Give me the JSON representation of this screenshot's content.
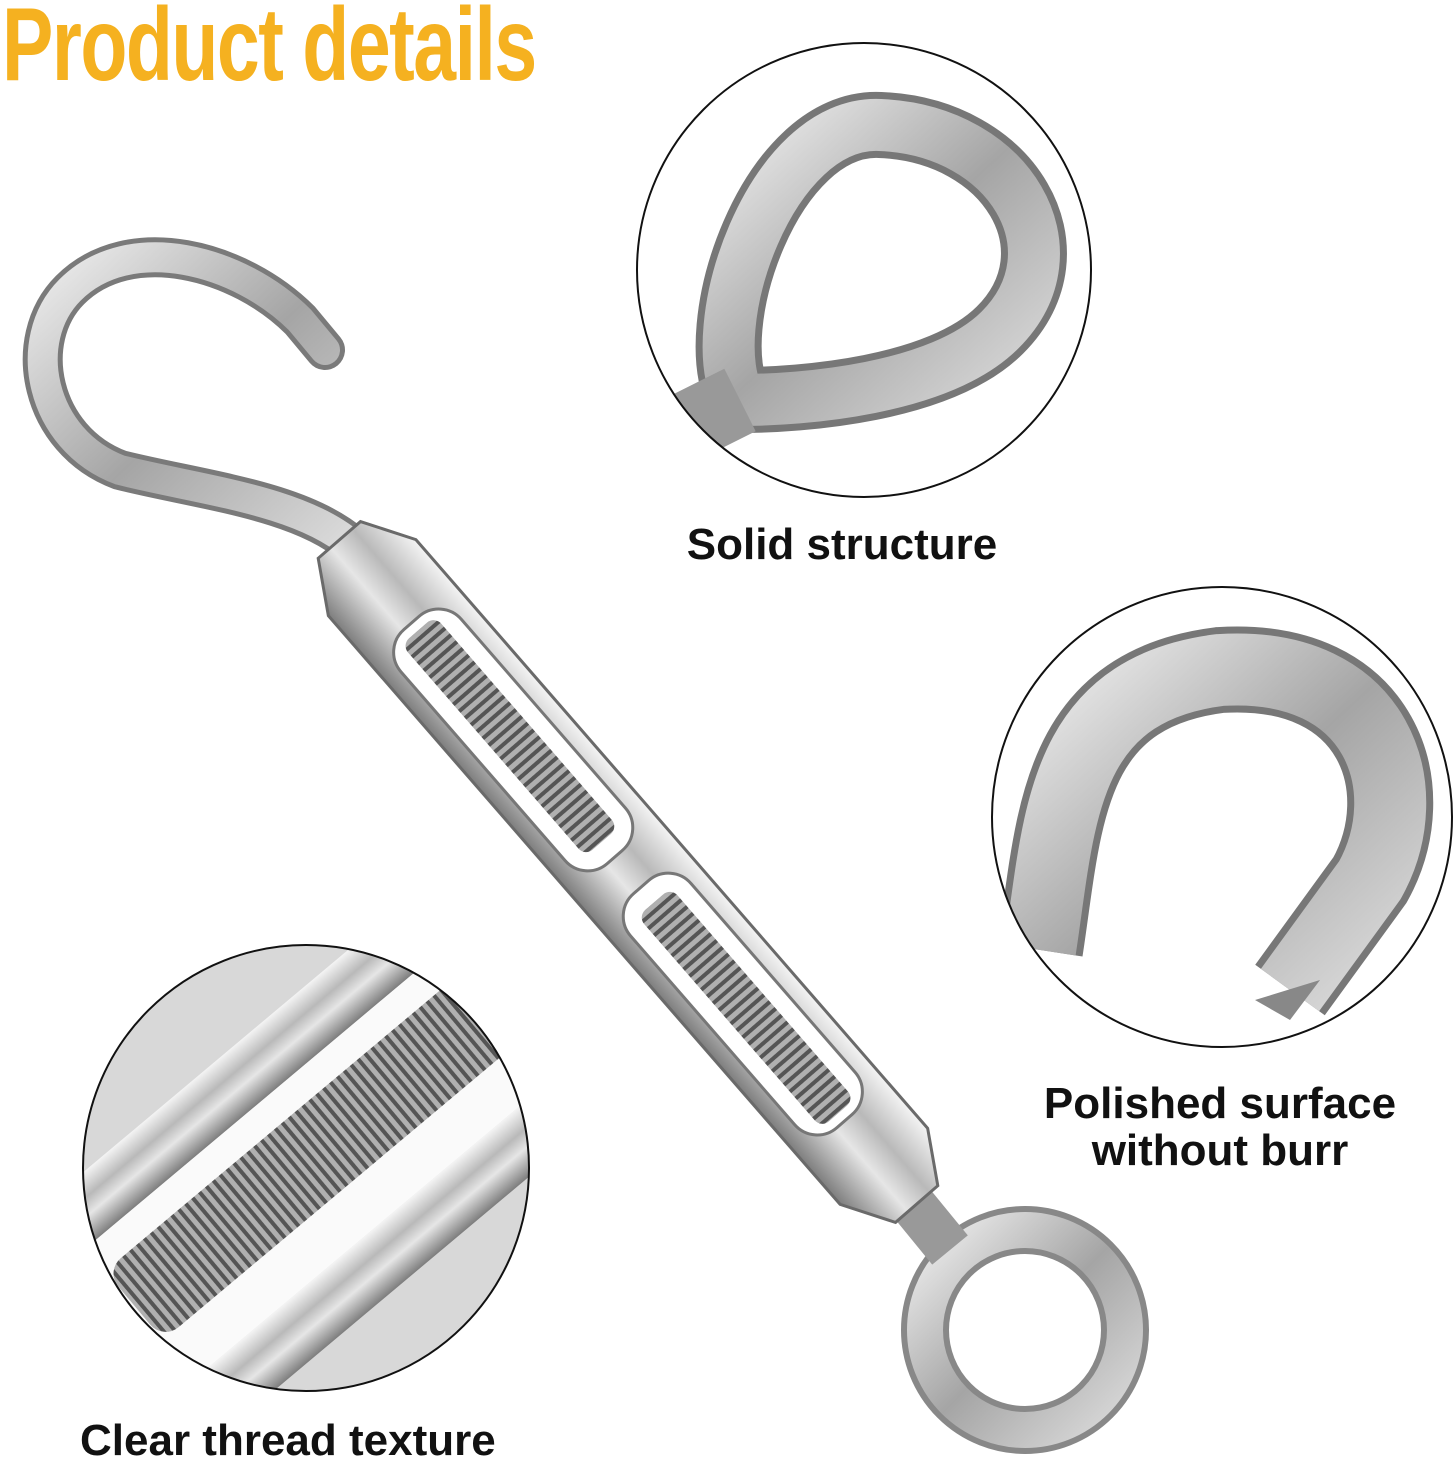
{
  "title": "Product details",
  "accent_color": "#F5B120",
  "callouts": [
    {
      "label": "Solid structure",
      "depicts": "eye-weld-closeup"
    },
    {
      "label_line1": "Polished surface",
      "label_line2": "without burr",
      "depicts": "hook-tip-closeup"
    },
    {
      "label": "Clear thread texture",
      "depicts": "thread-closeup"
    }
  ],
  "product": "stainless-steel-hook-and-eye-turnbuckle"
}
